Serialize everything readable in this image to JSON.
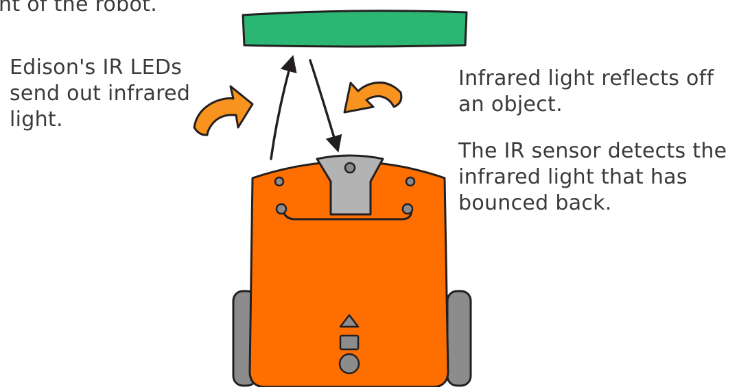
{
  "labels": {
    "top_cut": "nt of the robot.",
    "leds": "Edison's IR LEDs send out infrared light.",
    "reflect": "Infrared light reflects off an object.",
    "sensor": "The IR sensor detects the infrared light that has bounced back."
  },
  "colors": {
    "object": "#2bb673",
    "robot_body": "#ff6f00",
    "curved_arrow": "#f7931e",
    "sensor_plate": "#b3b3b3",
    "wheels": "#8c8c8c",
    "outline": "#231f20"
  }
}
